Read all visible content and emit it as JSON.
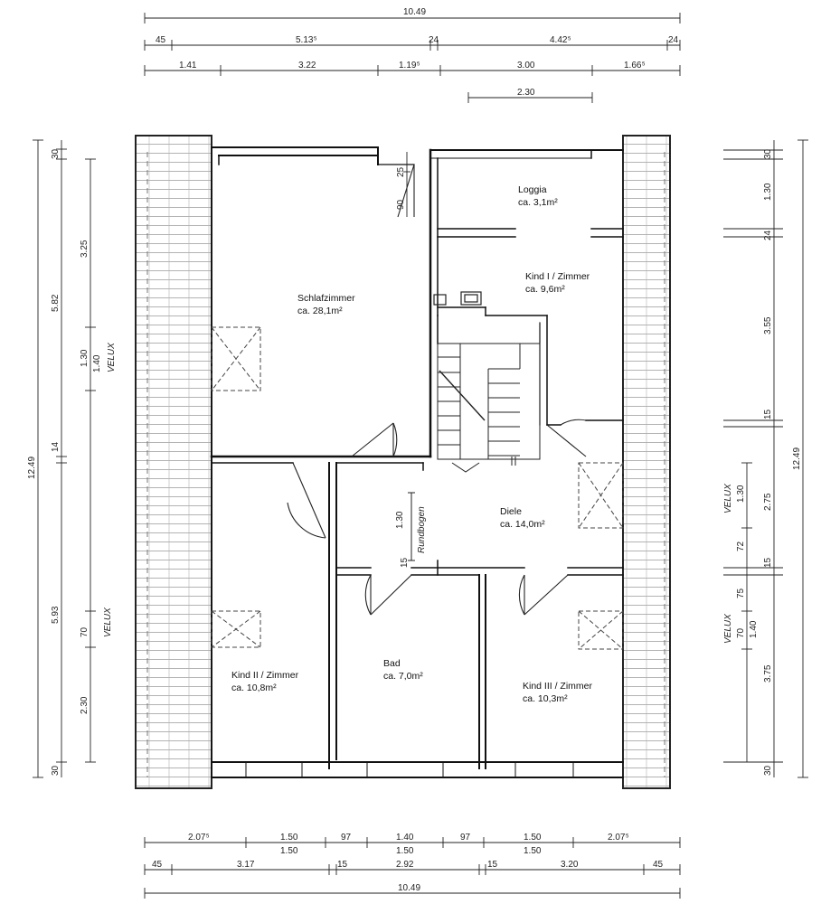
{
  "rooms": {
    "schlafzimmer": {
      "name": "Schlafzimmer",
      "area": "ca. 28,1m²"
    },
    "loggia": {
      "name": "Loggia",
      "area": "ca. 3,1m²"
    },
    "kind1": {
      "name": "Kind I / Zimmer",
      "area": "ca. 9,6m²"
    },
    "diele": {
      "name": "Diele",
      "area": "ca. 14,0m²"
    },
    "kind2": {
      "name": "Kind II / Zimmer",
      "area": "ca. 10,8m²"
    },
    "bad": {
      "name": "Bad",
      "area": "ca. 7,0m²"
    },
    "kind3": {
      "name": "Kind III / Zimmer",
      "area": "ca. 10,3m²"
    }
  },
  "labels": {
    "rundbogen": "Rundbogen",
    "rundbogen_width": "1.30",
    "velux": "VELUX"
  },
  "dimensions": {
    "top": {
      "total": "10.49",
      "row2": [
        "45",
        "5.13⁵",
        "24",
        "4.42⁵",
        "24"
      ],
      "row3": [
        "1.41",
        "3.22",
        "1.19⁵",
        "3.00",
        "1.66⁵"
      ],
      "row4": "2.30"
    },
    "bottom": {
      "row1": [
        "2.07⁵",
        "1.50",
        "97",
        "1.40",
        "97",
        "1.50",
        "2.07⁵"
      ],
      "row1_sub": [
        "1.50",
        "1.50",
        "1.50"
      ],
      "row2": [
        "45",
        "3.17",
        "15",
        "2.92",
        "15",
        "3.20",
        "45"
      ],
      "total": "10.49"
    },
    "left": {
      "total": "12.49",
      "outer": [
        "30",
        "5.82",
        "14",
        "5.93",
        "30"
      ],
      "inner": [
        "3.25",
        "1.30",
        "1.40",
        "70",
        "2.30"
      ]
    },
    "right": {
      "total": "12.49",
      "outer": [
        "30",
        "1.30",
        "24",
        "3.55",
        "15",
        "2.75",
        "15",
        "3.75",
        "30"
      ],
      "inner": [
        "1.30",
        "72",
        "75",
        "70",
        "1.40"
      ]
    },
    "internal": [
      "25",
      "90",
      "15"
    ]
  }
}
